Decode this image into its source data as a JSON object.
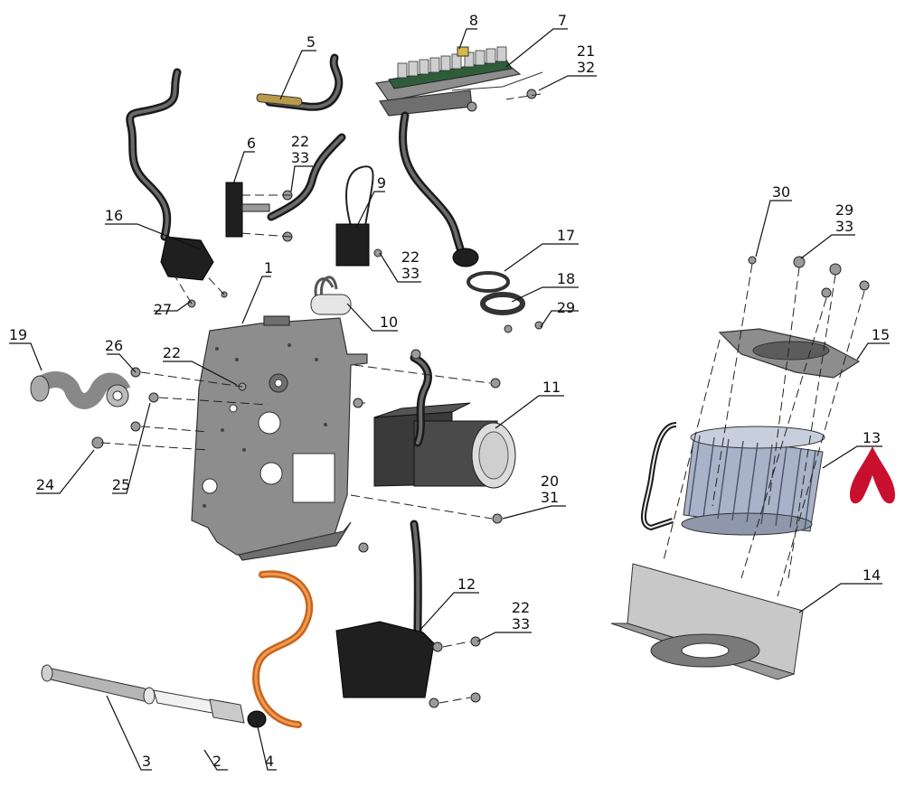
{
  "callouts": {
    "c1": "1",
    "c2": "2",
    "c3": "3",
    "c4": "4",
    "c5": "5",
    "c6": "6",
    "c7": "7",
    "c8": "8",
    "c9": "9",
    "c10": "10",
    "c11": "11",
    "c12": "12",
    "c13": "13",
    "c14": "14",
    "c15": "15",
    "c16": "16",
    "c17": "17",
    "c18": "18",
    "c19": "19",
    "c20": "20",
    "c31": "31",
    "c21": "21",
    "c32": "32",
    "c22a": "22",
    "c33a": "33",
    "c22b": "22",
    "c33b": "33",
    "c22c": "22",
    "c22d": "22",
    "c33d": "33",
    "c24": "24",
    "c25": "25",
    "c26": "26",
    "c27": "27",
    "c29a": "29",
    "c29b": "29",
    "c33b2": "33",
    "c30": "30"
  },
  "colors": {
    "logo": "#c8102e",
    "hose": "#e07a2a",
    "metal": "#8d8d8d",
    "rubber": "#1f1f1f"
  }
}
